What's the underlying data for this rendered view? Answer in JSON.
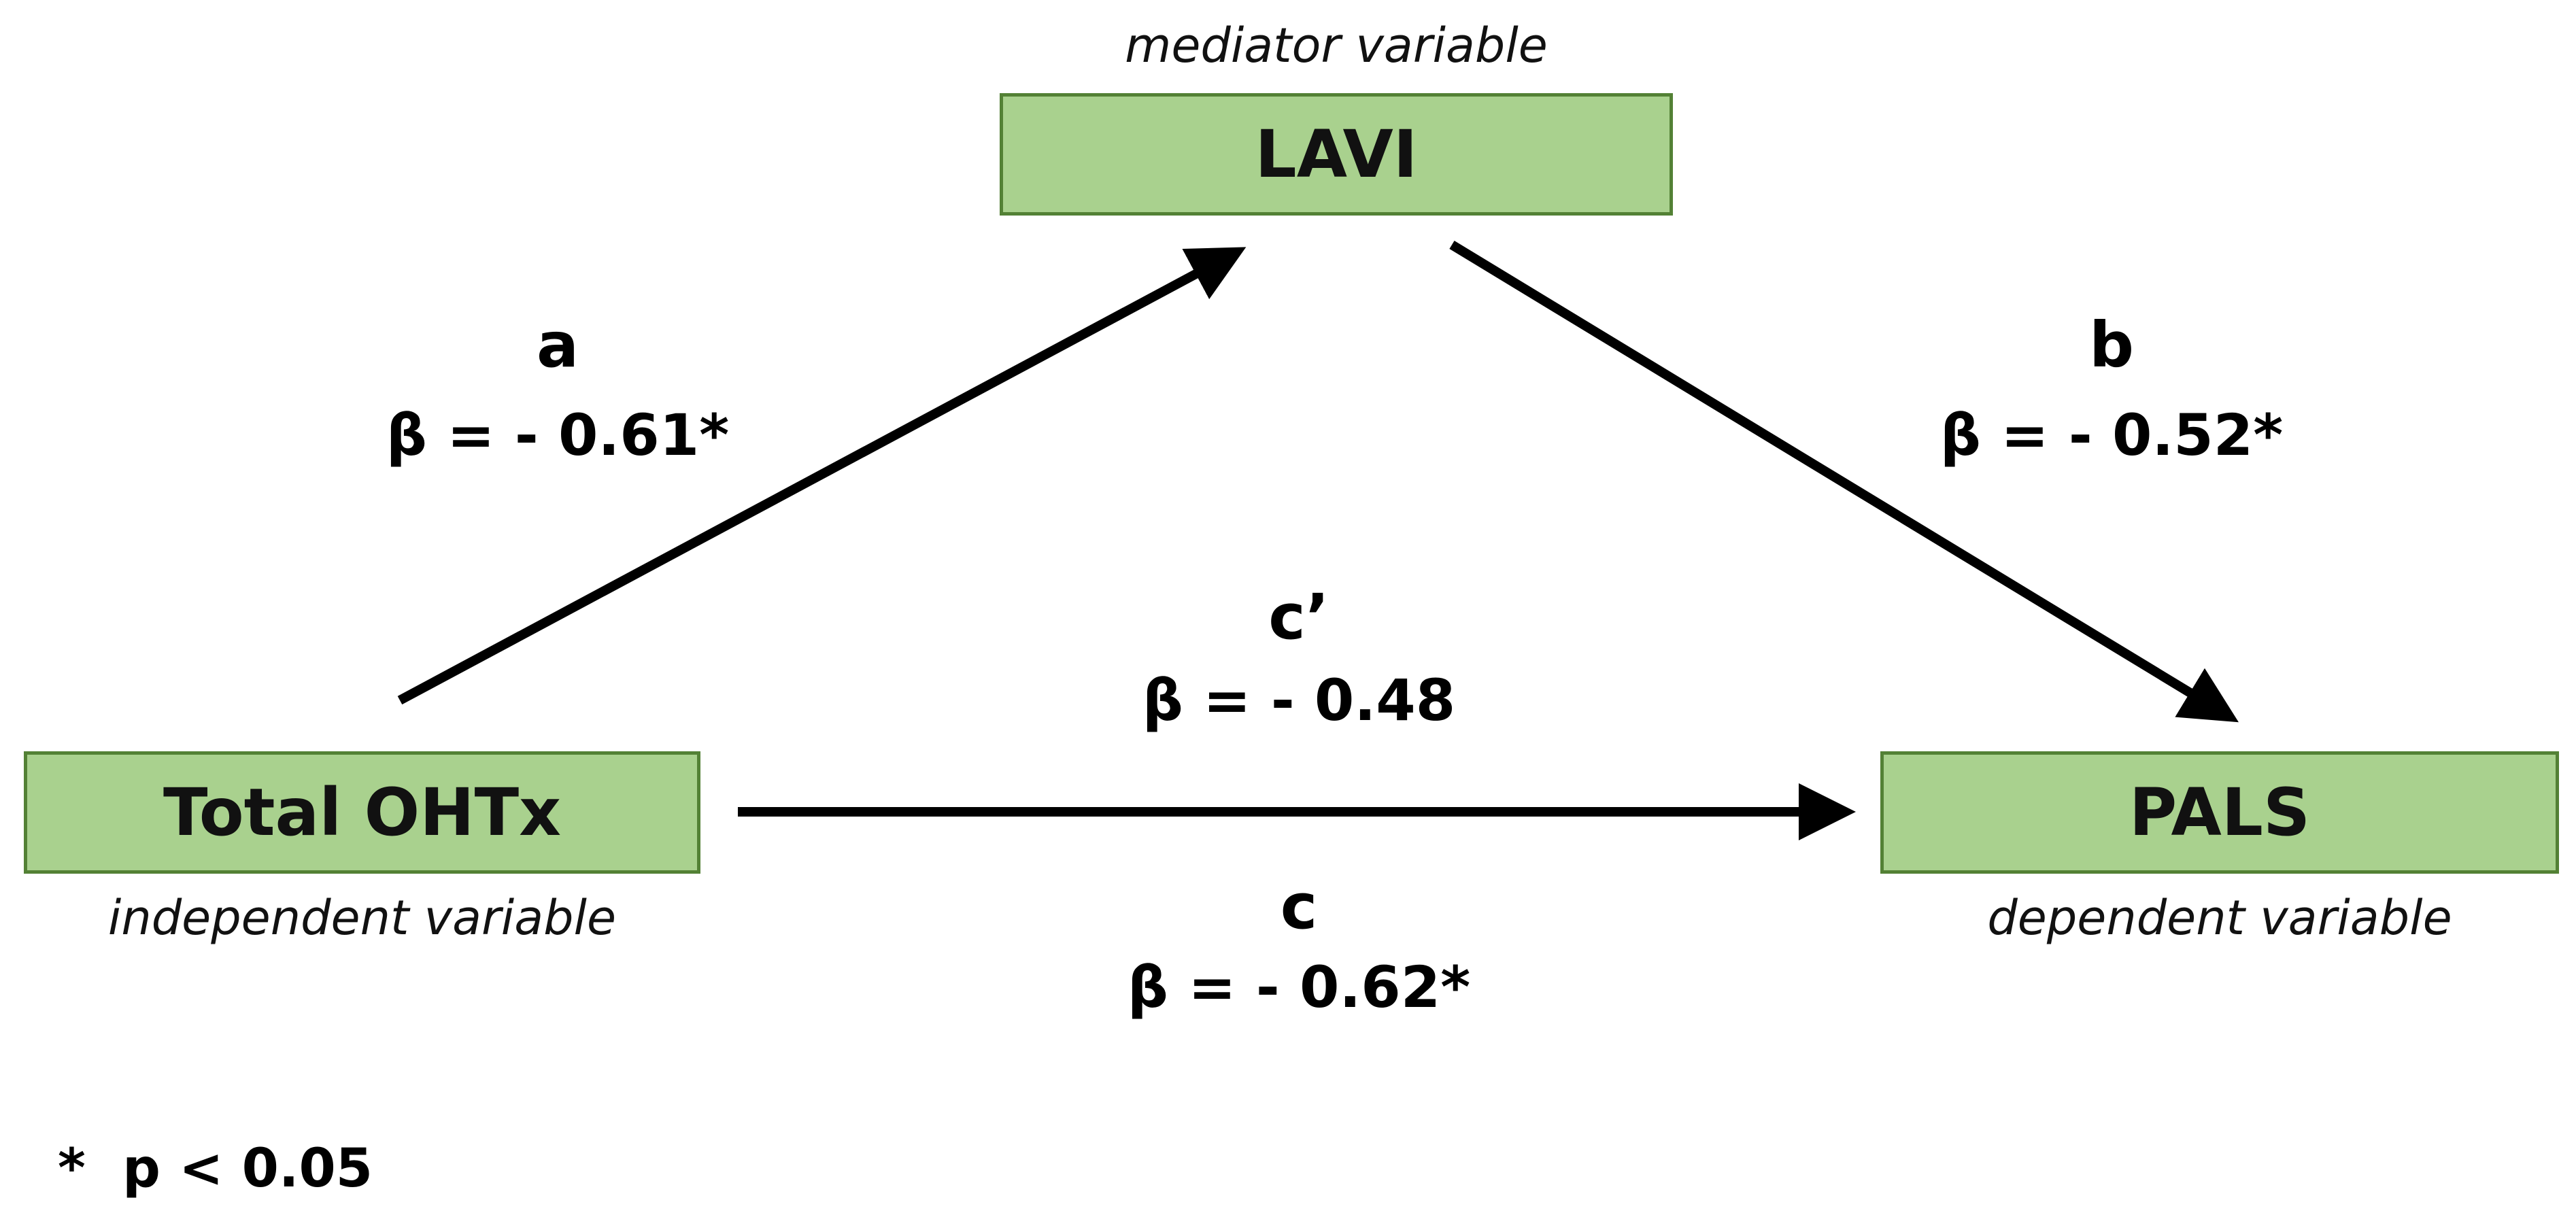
{
  "nodes": {
    "mediator": {
      "label": "LAVI",
      "role": "mediator variable"
    },
    "independent": {
      "label": "Total OHTx",
      "role": "independent variable"
    },
    "dependent": {
      "label": "PALS",
      "role": "dependent variable"
    }
  },
  "paths": {
    "a": {
      "letter": "a",
      "beta": "β = - 0.61*"
    },
    "b": {
      "letter": "b",
      "beta": "β = - 0.52*"
    },
    "c_prime": {
      "letter": "c’",
      "beta": "β = - 0.48"
    },
    "c": {
      "letter": "c",
      "beta": "β = - 0.62*"
    }
  },
  "footnote": "*  p < 0.05",
  "colors": {
    "box_fill": "#a9d18e",
    "box_border": "#538135",
    "arrow": "#000000"
  }
}
